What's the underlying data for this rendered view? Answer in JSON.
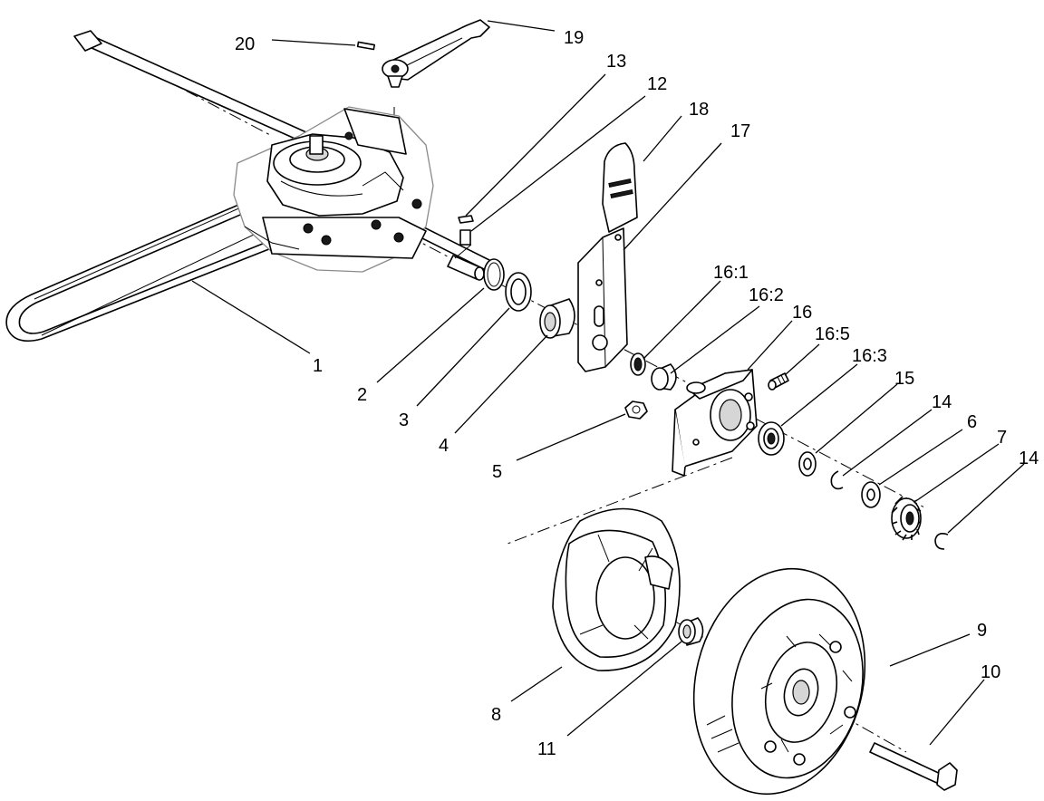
{
  "callouts": {
    "c1": "1",
    "c2": "2",
    "c3": "3",
    "c4": "4",
    "c5": "5",
    "c6": "6",
    "c7": "7",
    "c8": "8",
    "c9": "9",
    "c10": "10",
    "c11": "11",
    "c12": "12",
    "c13": "13",
    "c14a": "14",
    "c14b": "14",
    "c15": "15",
    "c16": "16",
    "c16_1": "16:1",
    "c16_2": "16:2",
    "c16_3": "16:3",
    "c16_5": "16:5",
    "c17": "17",
    "c18": "18",
    "c19": "19",
    "c20": "20"
  }
}
